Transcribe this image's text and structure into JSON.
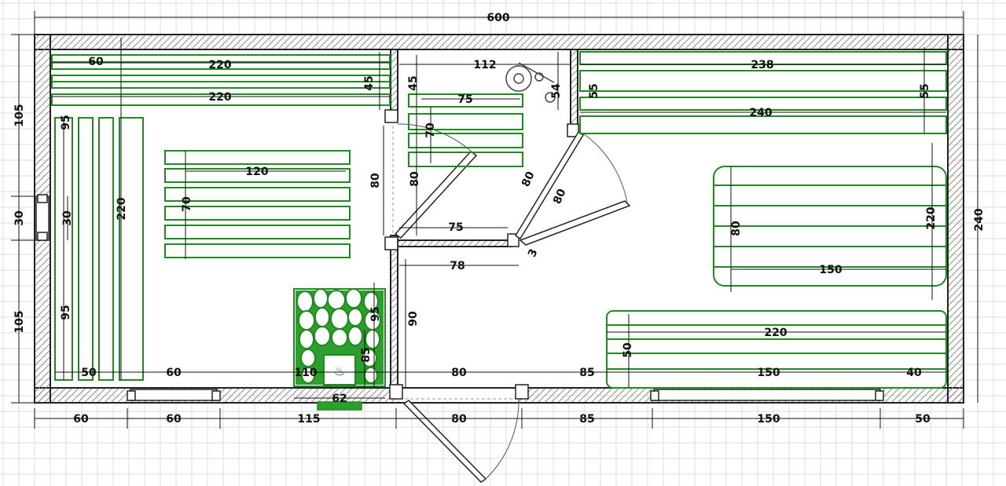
{
  "plan": {
    "colors": {
      "wall_stroke": "#222222",
      "wall_hatch": "#9a9a9a",
      "furniture": "#1f8a1f",
      "stove_fill": "#2e9e2e",
      "dimension": "#111111",
      "grid": "#dcdcdc"
    },
    "overall": {
      "width": "600",
      "height": "240"
    },
    "top_labels": [
      "60",
      "220",
      "220",
      "112",
      "238",
      "240"
    ],
    "bottom_labels": [
      "60",
      "60",
      "115",
      "80",
      "85",
      "150",
      "50"
    ],
    "inner_bottom_labels": [
      "50",
      "60",
      "110",
      "80",
      "85",
      "150",
      "40"
    ],
    "left_labels": [
      "105",
      "30",
      "105"
    ],
    "left_room": {
      "bench_widths": [
        "95",
        "30",
        "95"
      ],
      "bench_length": "220",
      "table_length": "120",
      "table_width": "70",
      "stove_width": "62",
      "stove_side": "85",
      "stove_height": "95",
      "wall_side": "80",
      "wall_top_a": "45",
      "wall_top_b": "45"
    },
    "middle_room": {
      "width": "112",
      "bench": "75",
      "bench_depth": "70",
      "bench_height": "80",
      "partition_top": "75",
      "partition_bottom": "78",
      "door_a": "80",
      "door_b": "80",
      "hinge_a": "54",
      "lower_height": "90",
      "small_gap": "3"
    },
    "right_room": {
      "top_bench_depth": "55",
      "top_bench_depth_right": "55",
      "table_length": "150",
      "table_width": "80",
      "side": "220",
      "lower_bench": "220",
      "lower_bench_depth": "50",
      "total": "240"
    }
  }
}
